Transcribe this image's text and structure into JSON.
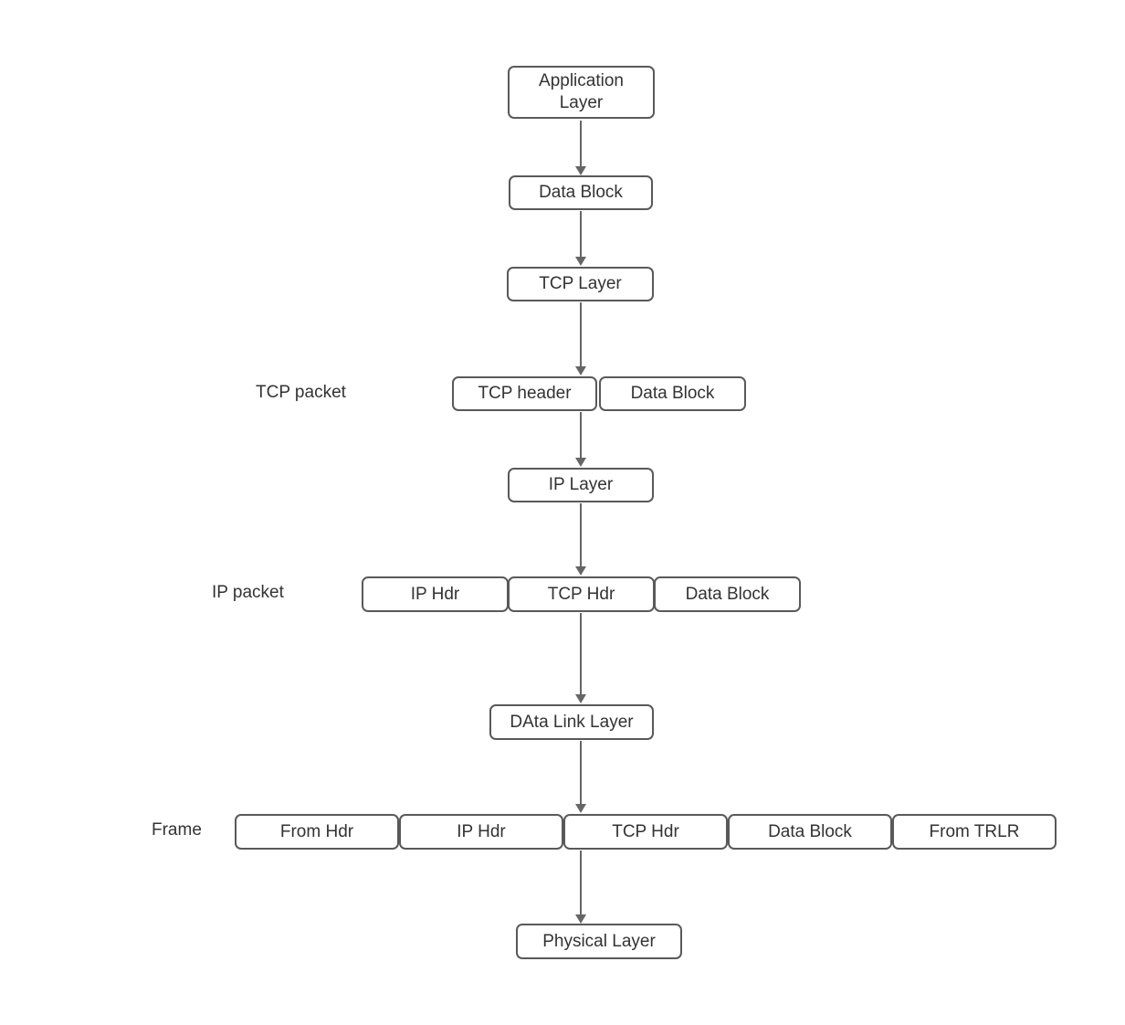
{
  "diagram": {
    "nodes": {
      "application_layer": "Application Layer",
      "data_block_1": "Data Block",
      "tcp_layer": "TCP Layer",
      "tcp_header": "TCP header",
      "tcp_data_block": "Data Block",
      "ip_layer": "IP Layer",
      "ip_hdr": "IP Hdr",
      "ip_tcp_hdr": "TCP Hdr",
      "ip_data_block": "Data Block",
      "data_link_layer": "DAta Link Layer",
      "frame_from_hdr": "From Hdr",
      "frame_ip_hdr": "IP Hdr",
      "frame_tcp_hdr": "TCP Hdr",
      "frame_data_block": "Data Block",
      "frame_from_trlr": "From TRLR",
      "physical_layer": "Physical Layer"
    },
    "row_labels": {
      "tcp_packet": "TCP packet",
      "ip_packet": "IP packet",
      "frame": "Frame"
    },
    "colors": {
      "canvas_bg": "#ffffff",
      "box_fill": "#ffffff",
      "box_border": "#595959",
      "text": "#333333",
      "arrow": "#666666"
    }
  }
}
